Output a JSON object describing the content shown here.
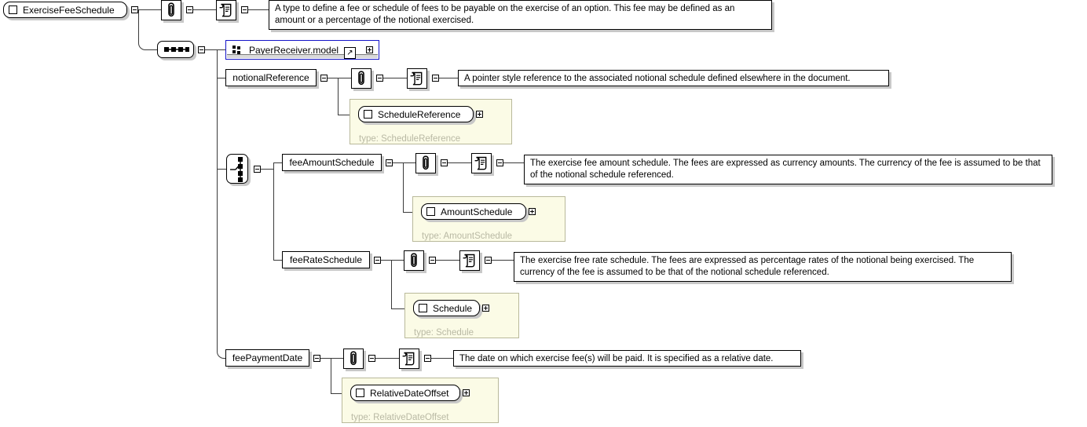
{
  "diagram": {
    "kind": "xml-schema-element-diagram",
    "root": {
      "name": "ExerciseFeeSchedule",
      "documentation": "A type to define a fee or schedule of fees to be payable on the exercise of an option. This fee may be defined as an amount or a percentage of the notional exercised."
    },
    "compositors": {
      "sequence": "sequence-compositor",
      "choice": "choice-compositor"
    },
    "children": [
      {
        "name": "PayerReceiver.model",
        "kind": "model-group-ref",
        "accent": "#1414c8",
        "goto_icon": "goto-arrow-icon"
      },
      {
        "name": "notionalReference",
        "kind": "element",
        "documentation": "A pointer style reference to the associated notional schedule defined elsewhere in the document.",
        "type_box": {
          "name": "ScheduleReference",
          "type_label": "type: ScheduleReference"
        }
      },
      {
        "name": "feeAmountSchedule",
        "kind": "element",
        "documentation": "The exercise fee amount schedule. The fees are expressed as currency amounts. The currency of the fee is assumed to be that of the notional schedule referenced.",
        "type_box": {
          "name": "AmountSchedule",
          "type_label": "type: AmountSchedule"
        }
      },
      {
        "name": "feeRateSchedule",
        "kind": "element",
        "documentation": "The exercise free rate schedule. The fees are expressed as percentage rates of the notional being exercised. The currency of the fee is assumed to be that of the notional schedule referenced.",
        "type_box": {
          "name": "Schedule",
          "type_label": "type: Schedule"
        }
      },
      {
        "name": "feePaymentDate",
        "kind": "element",
        "documentation": "The date on which exercise fee(s) will be paid. It is specified as a relative date.",
        "type_box": {
          "name": "RelativeDateOffset",
          "type_label": "type: RelativeDateOffset"
        }
      }
    ],
    "icons": {
      "annotation": "paperclip-icon",
      "documentation": "scroll-document-icon",
      "collapse": "collapse-toggle-icon",
      "expand": "expand-toggle-icon"
    }
  }
}
